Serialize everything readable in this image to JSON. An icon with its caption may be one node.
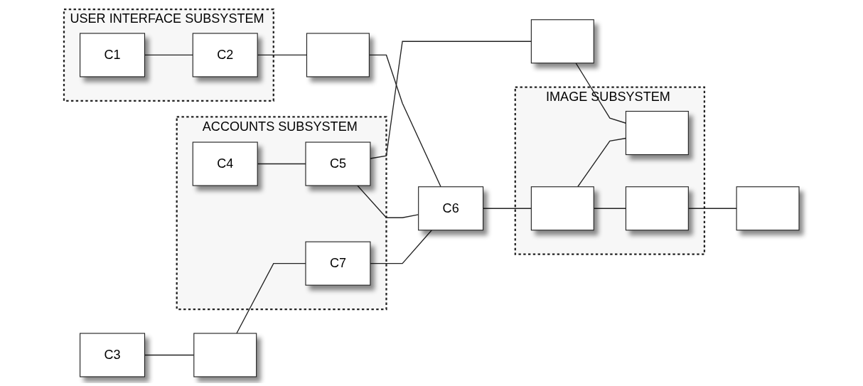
{
  "diagram": {
    "nodes": [
      {
        "text": [
          "USER INTERFACE SUBSYSTEM"
        ]
      },
      {
        "text": [
          "C1"
        ],
        "in": 0
      },
      {
        "text": [
          "C2"
        ],
        "in": 0
      },
      {
        "text": [
          "ACCOUNTS SUBSYSTEM"
        ]
      },
      {
        "text": [
          "C4"
        ],
        "in": 3
      },
      {
        "text": [
          "C5"
        ],
        "in": 3
      },
      {
        "text": [
          "C3"
        ]
      },
      {
        "text": [],
        "shape": "box"
      },
      {
        "text": [],
        "shape": "box"
      },
      {
        "text": [],
        "shape": "box"
      },
      {
        "text": [
          "C6"
        ]
      },
      {
        "text": [
          "IMAGE SUBSYSTEM"
        ]
      },
      {
        "text": [],
        "shape": "box",
        "in": 11
      },
      {
        "text": [],
        "shape": "box",
        "in": 11
      },
      {
        "text": [
          "C7"
        ],
        "in": 3
      },
      {
        "text": [],
        "shape": "box",
        "in": 11
      },
      {
        "text": [],
        "shape": "box"
      }
    ],
    "edges": [
      {
        "from": 1,
        "to": 2,
        "arrow": "none"
      },
      {
        "from": 2,
        "to": 7,
        "arrow": "none"
      },
      {
        "from": 7,
        "to": 10,
        "arrow": "none"
      },
      {
        "from": 4,
        "to": 5,
        "arrow": "none"
      },
      {
        "from": 5,
        "to": 10,
        "arrow": "none"
      },
      {
        "from": 5,
        "to": 8,
        "arrow": "none"
      },
      {
        "from": 8,
        "to": 12,
        "arrow": "none"
      },
      {
        "from": 6,
        "to": 9,
        "arrow": "none"
      },
      {
        "from": 9,
        "to": 14,
        "arrow": "none"
      },
      {
        "from": 14,
        "to": 10,
        "arrow": "none"
      },
      {
        "from": 10,
        "to": 15,
        "arrow": "none"
      },
      {
        "from": 15,
        "to": 12,
        "arrow": "none"
      },
      {
        "from": 15,
        "to": 13,
        "arrow": "none"
      },
      {
        "from": 13,
        "to": 16,
        "arrow": "none"
      }
    ]
  }
}
